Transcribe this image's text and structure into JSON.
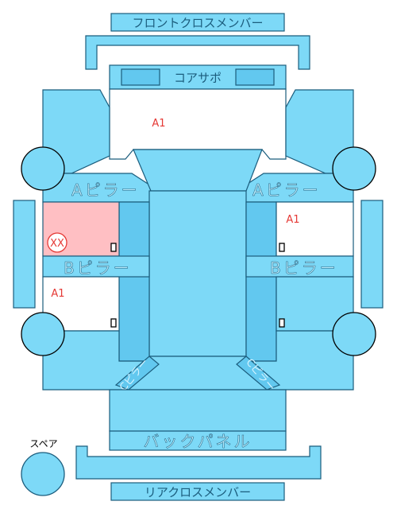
{
  "labels": {
    "front_cross_member": "フロントクロスメンバー",
    "core_support": "コアサポ",
    "a_pillar_left": "Aピラー",
    "a_pillar_right": "Aピラー",
    "b_pillar_left": "Bピラー",
    "b_pillar_right": "Bピラー",
    "pillar_c_left": "Cピラー",
    "pillar_c_right": "Cピラー",
    "back_panel": "バックパネル",
    "rear_cross_member": "リアクロスメンバー",
    "spare": "スペア"
  },
  "damage_marks": {
    "hood": "A1",
    "right_front_door": "A1",
    "left_rear_door": "A1",
    "left_front_door": "XX"
  },
  "colors": {
    "panel": "#7dd9f7",
    "panel_dark": "#62c8ef",
    "outline": "#1b5d7d",
    "damage_text": "#e53935",
    "damage_fill": "#ffbfc3"
  }
}
